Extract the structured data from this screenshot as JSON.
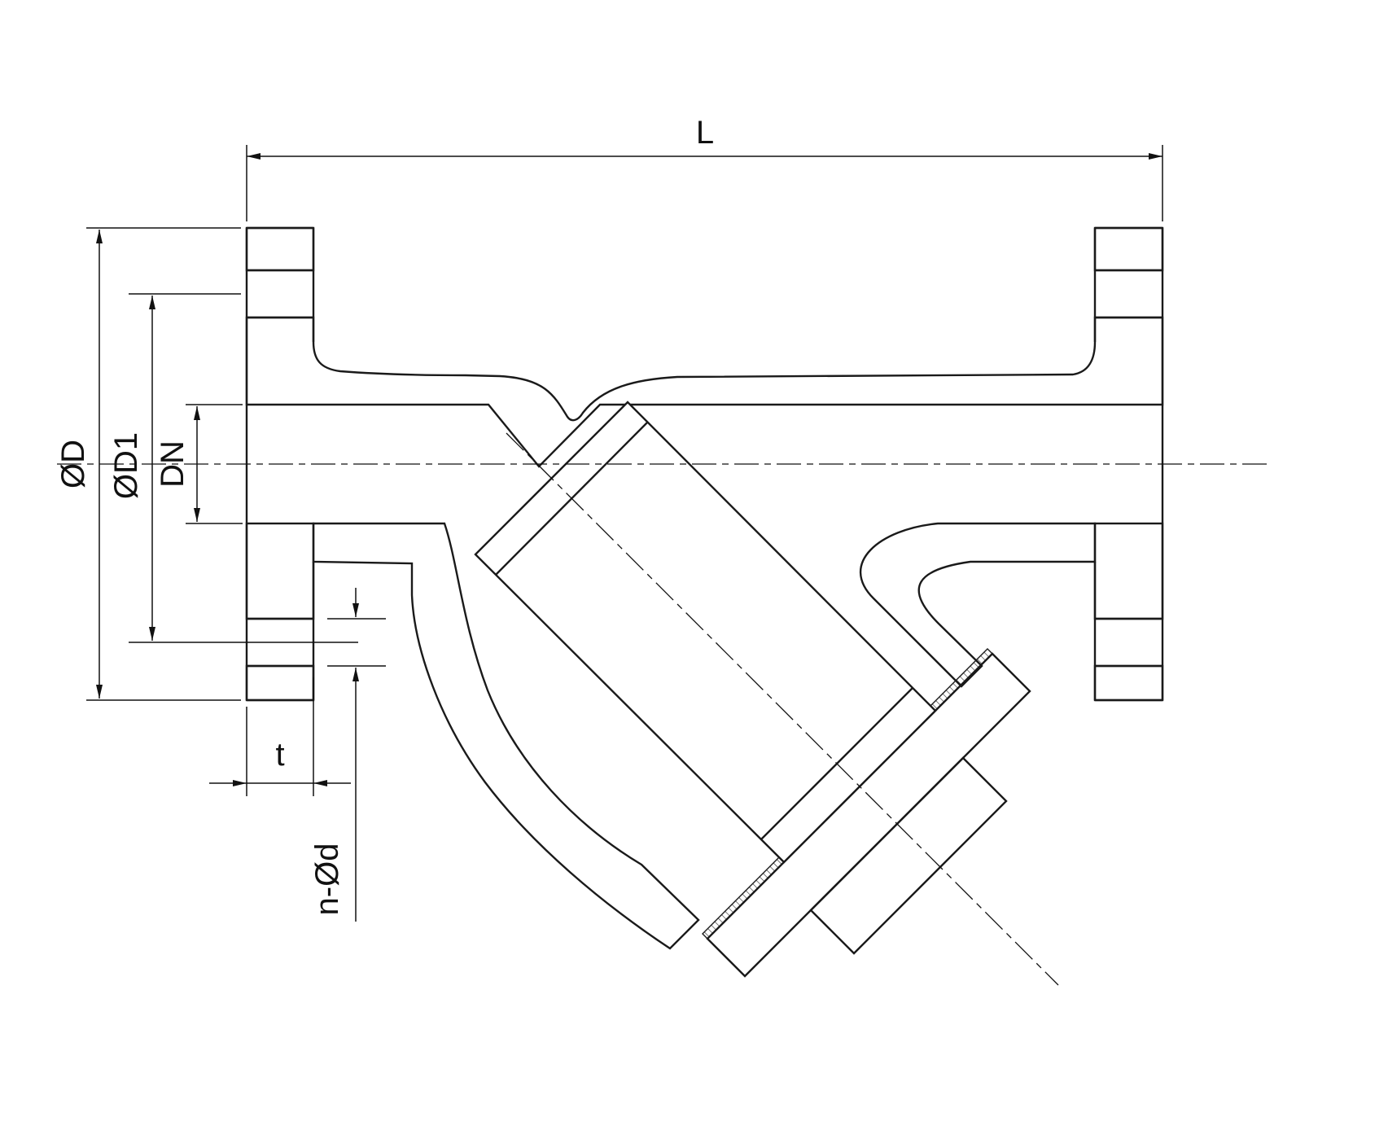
{
  "drawing": {
    "labels": {
      "L": "L",
      "OD": "ØD",
      "OD1": "ØD1",
      "DN": "DN",
      "t": "t",
      "nOd": "n-Ød"
    },
    "colors": {
      "line": "#1a1a1a",
      "background": "#ffffff"
    }
  }
}
